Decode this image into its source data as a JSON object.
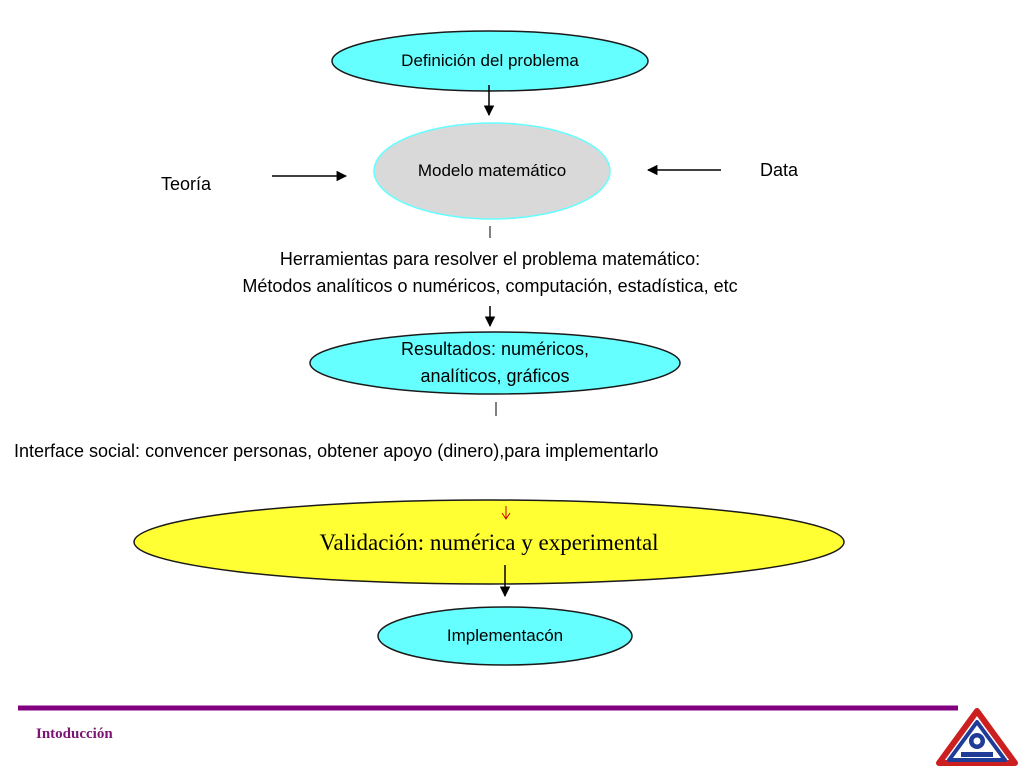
{
  "diagram": {
    "nodes": {
      "definition": "Definición del problema",
      "model": "Modelo matemático",
      "results": "Resultados: numéricos,\nanalíticos, gráficos",
      "validation": "Validación: numérica y experimental",
      "implementation": "Implementacón"
    },
    "labels": {
      "theory": "Teoría",
      "data": "Data",
      "tools_line1": "Herramientas para resolver el problema matemático:",
      "tools_line2": "Métodos analíticos o  numéricos, computación, estadística, etc",
      "social": "Interface social: convencer personas, obtener apoyo (dinero),para implementarlo"
    },
    "colors": {
      "cyan": "#66ffff",
      "gray": "#d9d9d9",
      "yellow": "#ffff33",
      "purple": "#800080",
      "red_arrow": "#cc0000"
    }
  },
  "footer": {
    "label": "Intoducción"
  }
}
